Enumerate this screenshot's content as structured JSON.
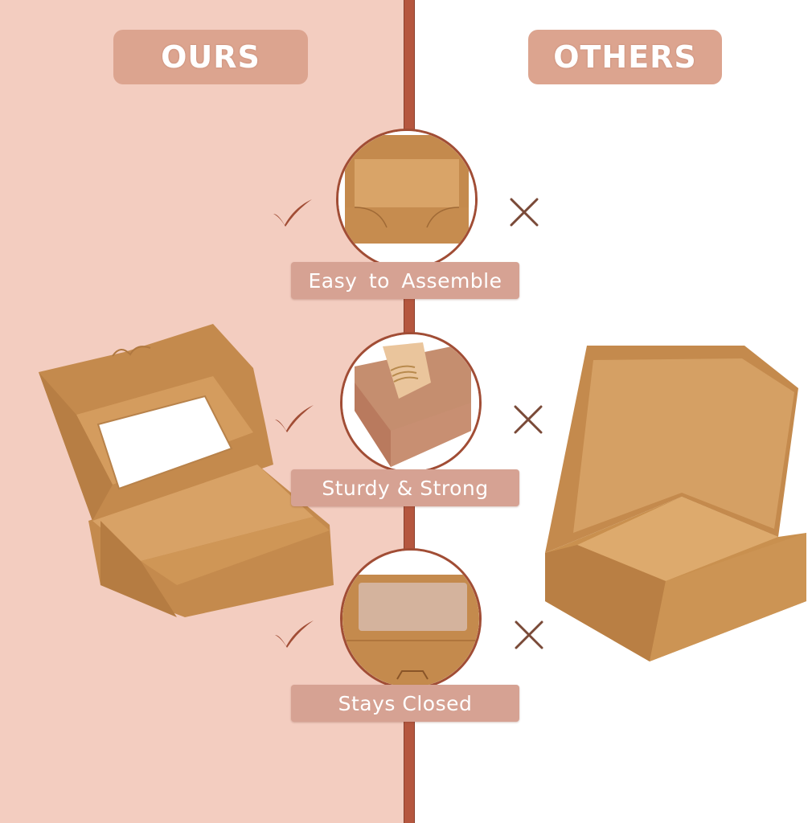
{
  "comparison": {
    "left_header": "OURS",
    "right_header": "OTHERS",
    "features": [
      {
        "label": "Easy to Assemble",
        "ours_mark": "check-icon",
        "others_mark": "cross-icon",
        "image": "box-assembly-closeup"
      },
      {
        "label": "Sturdy & Strong",
        "ours_mark": "check-icon",
        "others_mark": "cross-icon",
        "image": "box-with-pastry-closeup"
      },
      {
        "label": "Stays Closed",
        "ours_mark": "check-icon",
        "others_mark": "cross-icon",
        "image": "box-window-lock-closeup"
      }
    ]
  },
  "products": {
    "ours": "kraft-window-bakery-box",
    "others": "plain-kraft-bakery-box"
  },
  "colors": {
    "left_bg": "#f3cdc0",
    "right_bg": "#ffffff",
    "divider": "#b5573f",
    "pill": "#dca48f",
    "label_bg": "#d6a293",
    "mark": "#a14d35",
    "kraft": "#c8904f"
  }
}
